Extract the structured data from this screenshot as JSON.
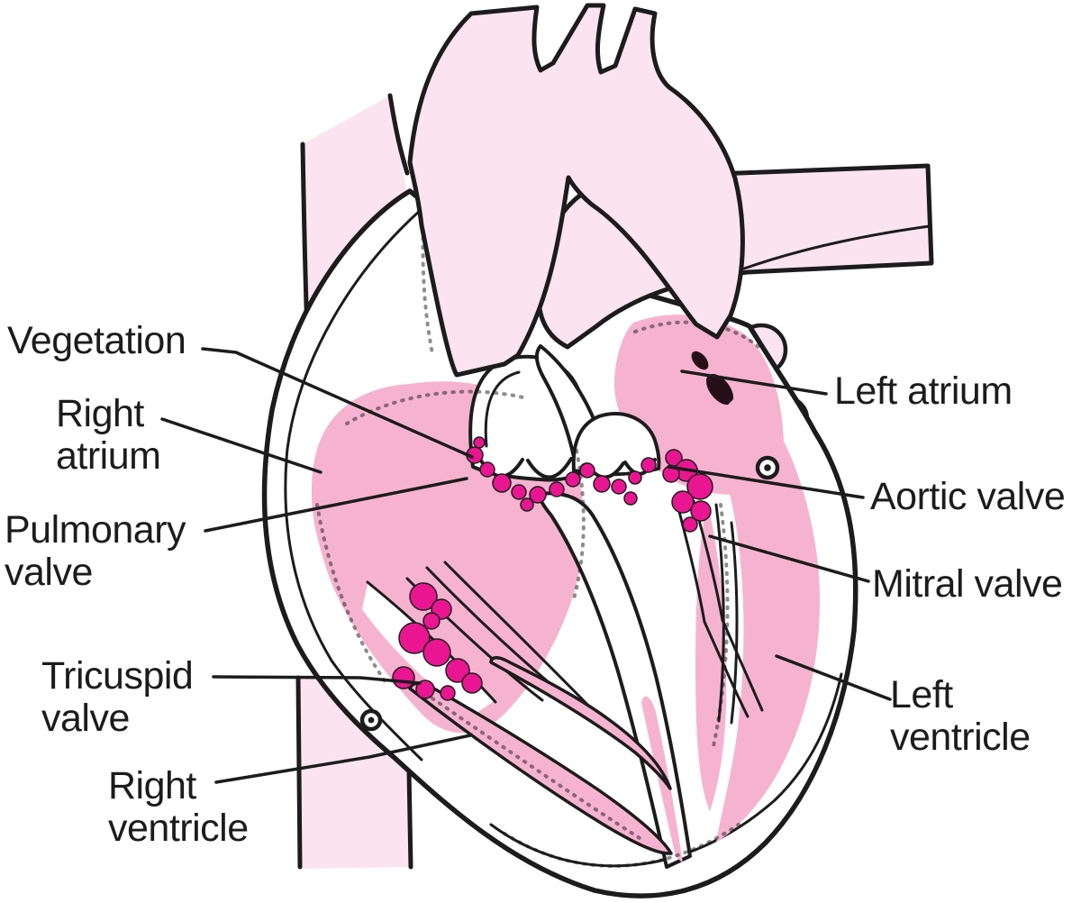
{
  "diagram": {
    "subject": "heart-cross-section-with-valve-vegetations",
    "colors": {
      "outline": "#1c1c1c",
      "vessel_pink": "#fbe3ef",
      "chamber_pink": "#f6b3d0",
      "vegetation_magenta": "#ea1591",
      "spot_dark": "#251019",
      "background": "#ffffff"
    },
    "labels": {
      "vegetation": {
        "line1": "Vegetation",
        "line2": ""
      },
      "right_atrium": {
        "line1": "Right",
        "line2": "atrium"
      },
      "pulmonary_valve": {
        "line1": "Pulmonary",
        "line2": "valve"
      },
      "tricuspid_valve": {
        "line1": "Tricuspid",
        "line2": "valve"
      },
      "right_ventricle": {
        "line1": "Right",
        "line2": "ventricle"
      },
      "left_atrium": {
        "line1": "Left atrium",
        "line2": ""
      },
      "aortic_valve": {
        "line1": "Aortic valve",
        "line2": ""
      },
      "mitral_valve": {
        "line1": "Mitral valve",
        "line2": ""
      },
      "left_ventricle": {
        "line1": "Left",
        "line2": "ventricle"
      }
    },
    "vegetation_sites": [
      "pulmonary valve",
      "aortic valve",
      "mitral valve",
      "tricuspid valve"
    ]
  }
}
